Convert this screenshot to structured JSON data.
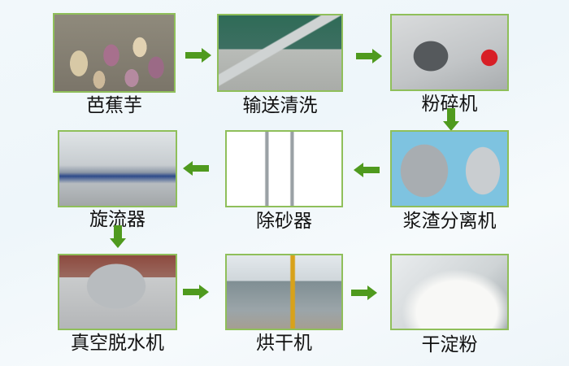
{
  "diagram": {
    "type": "process-flow",
    "description_steps_order": [
      1,
      2,
      3,
      4,
      5,
      6,
      7,
      8,
      9
    ],
    "accent_color": "#4f9a1e",
    "frame_border_color": "#8fbf5a",
    "steps": [
      {
        "id": 1,
        "label": "芭蕉芋",
        "image": "canna-tubers-photo"
      },
      {
        "id": 2,
        "label": "输送清洗",
        "image": "conveyor-washer-photo"
      },
      {
        "id": 3,
        "label": "粉碎机",
        "image": "crusher-machine-photo"
      },
      {
        "id": 4,
        "label": "浆渣分离机",
        "image": "pulp-residue-separator-photo"
      },
      {
        "id": 5,
        "label": "除砂器",
        "image": "desander-cyclone-photo"
      },
      {
        "id": 6,
        "label": "旋流器",
        "image": "hydrocyclone-line-photo"
      },
      {
        "id": 7,
        "label": "真空脱水机",
        "image": "vacuum-dewatering-drum-photo"
      },
      {
        "id": 8,
        "label": "烘干机",
        "image": "flash-dryer-photo"
      },
      {
        "id": 9,
        "label": "干淀粉",
        "image": "dry-starch-powder-photo"
      }
    ],
    "arrows": [
      {
        "from": 1,
        "to": 2,
        "direction": "right"
      },
      {
        "from": 2,
        "to": 3,
        "direction": "right"
      },
      {
        "from": 3,
        "to": 4,
        "direction": "down"
      },
      {
        "from": 4,
        "to": 5,
        "direction": "left"
      },
      {
        "from": 5,
        "to": 6,
        "direction": "left"
      },
      {
        "from": 6,
        "to": 7,
        "direction": "down"
      },
      {
        "from": 7,
        "to": 8,
        "direction": "right"
      },
      {
        "from": 8,
        "to": 9,
        "direction": "right"
      }
    ]
  }
}
